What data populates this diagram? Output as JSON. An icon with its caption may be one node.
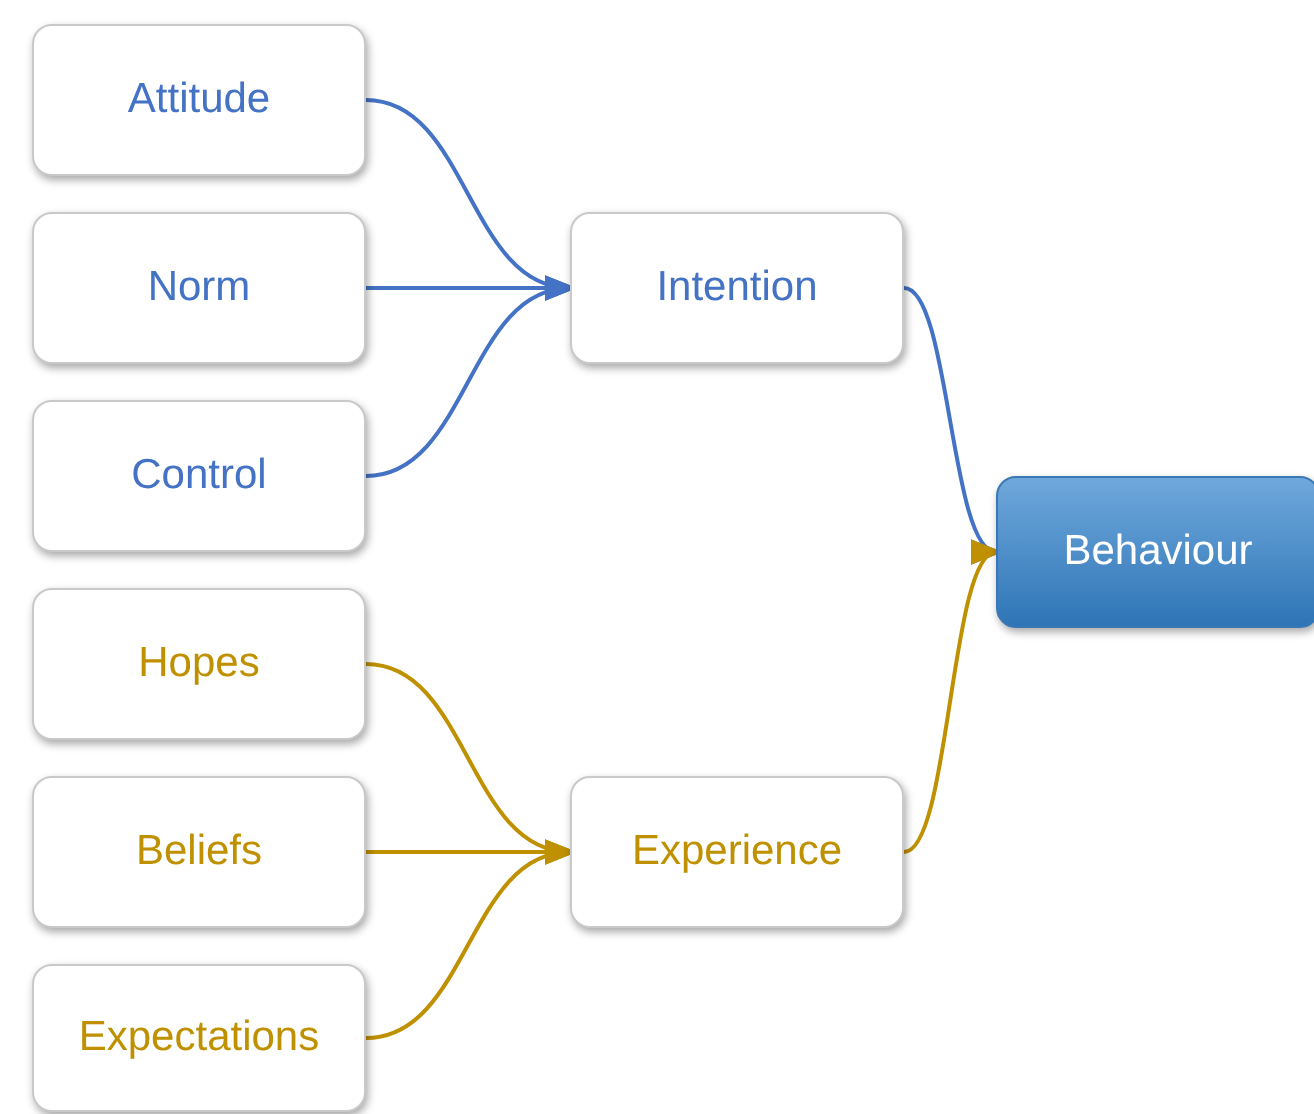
{
  "diagram": {
    "nodes": [
      {
        "text": [
          "Attitude"
        ]
      },
      {
        "text": [
          "Norm"
        ]
      },
      {
        "text": [
          "Control"
        ]
      },
      {
        "text": [
          "Intention"
        ]
      },
      {
        "text": [
          "Hopes"
        ]
      },
      {
        "text": [
          "Beliefs"
        ]
      },
      {
        "text": [
          "Expectations"
        ]
      },
      {
        "text": [
          "Experience"
        ]
      },
      {
        "text": [
          "Behaviour"
        ]
      }
    ],
    "edges": [
      {
        "from": 0,
        "to": 3,
        "arrow": "to",
        "color": "#4472c4"
      },
      {
        "from": 1,
        "to": 3,
        "arrow": "to",
        "color": "#4472c4"
      },
      {
        "from": 2,
        "to": 3,
        "arrow": "to",
        "color": "#4472c4"
      },
      {
        "from": 4,
        "to": 7,
        "arrow": "to",
        "color": "#bf9000"
      },
      {
        "from": 5,
        "to": 7,
        "arrow": "to",
        "color": "#bf9000"
      },
      {
        "from": 6,
        "to": 7,
        "arrow": "to",
        "color": "#bf9000"
      },
      {
        "from": 3,
        "to": 8,
        "arrow": "to",
        "color": "#4472c4"
      },
      {
        "from": 7,
        "to": 8,
        "arrow": "to",
        "color": "#bf9000"
      }
    ]
  }
}
